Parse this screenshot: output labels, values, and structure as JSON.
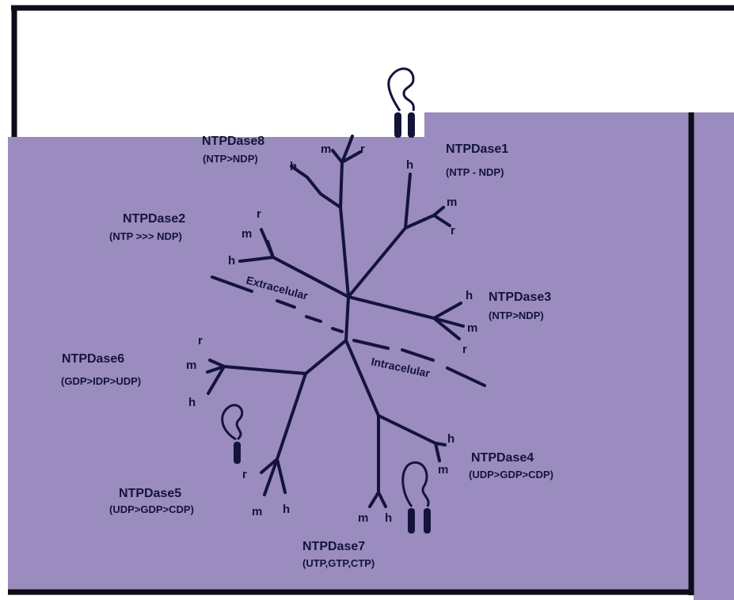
{
  "colors": {
    "background": "#ffffff",
    "membrane_panel": "#9a8cbf",
    "ink": "#14143a"
  },
  "enzymes": [
    {
      "id": "ntpdase1",
      "name": "NTPDase1",
      "preference": "(NTP - NDP)",
      "leaves": [
        "h",
        "m",
        "r"
      ]
    },
    {
      "id": "ntpdase2",
      "name": "NTPDase2",
      "preference": "(NTP >>> NDP)",
      "leaves": [
        "r",
        "m",
        "h"
      ]
    },
    {
      "id": "ntpdase3",
      "name": "NTPDase3",
      "preference": "(NTP>NDP)",
      "leaves": [
        "h",
        "m",
        "r"
      ]
    },
    {
      "id": "ntpdase4",
      "name": "NTPDase4",
      "preference": "(UDP>GDP>CDP)",
      "leaves": [
        "h",
        "m"
      ]
    },
    {
      "id": "ntpdase5",
      "name": "NTPDase5",
      "preference": "(UDP>GDP>CDP)",
      "leaves": [
        "r",
        "m",
        "h"
      ]
    },
    {
      "id": "ntpdase6",
      "name": "NTPDase6",
      "preference": "(GDP>IDP>UDP)",
      "leaves": [
        "r",
        "m",
        "h"
      ]
    },
    {
      "id": "ntpdase7",
      "name": "NTPDase7",
      "preference": "(UTP,GTP,CTP)",
      "leaves": [
        "m",
        "h"
      ]
    },
    {
      "id": "ntpdase8",
      "name": "NTPDase8",
      "preference": "(NTP>NDP)",
      "leaves": [
        "h",
        "m",
        "r"
      ]
    }
  ],
  "regions": {
    "extracellular": "Extracelular",
    "intracellular": "Intracelular"
  },
  "icons": [
    "two-transmembrane-protein-icon",
    "single-transmembrane-protein-icon"
  ]
}
